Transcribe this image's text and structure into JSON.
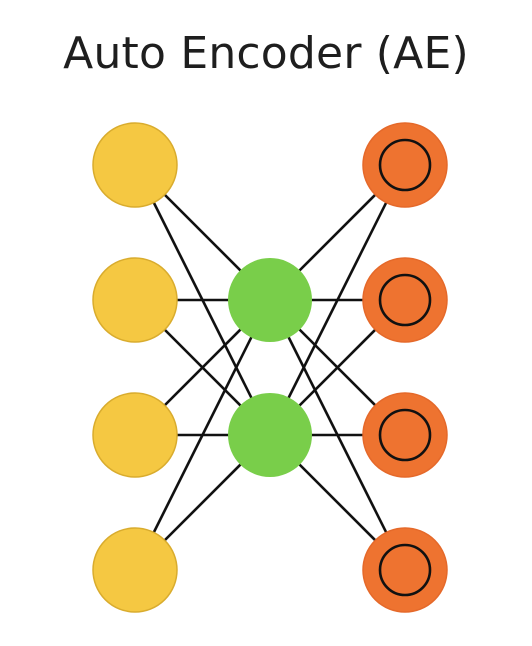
{
  "diagram": {
    "title": "Auto Encoder (AE)",
    "colors": {
      "input": "#F5C842",
      "input_stroke": "#D9AC2E",
      "hidden": "#79CE4A",
      "output": "#EE7330",
      "output_stroke": "#E5692A",
      "ring": "#111111",
      "edge": "#111111"
    },
    "layers": [
      {
        "name": "input",
        "count": 4
      },
      {
        "name": "hidden",
        "count": 2
      },
      {
        "name": "output",
        "count": 4
      }
    ]
  }
}
